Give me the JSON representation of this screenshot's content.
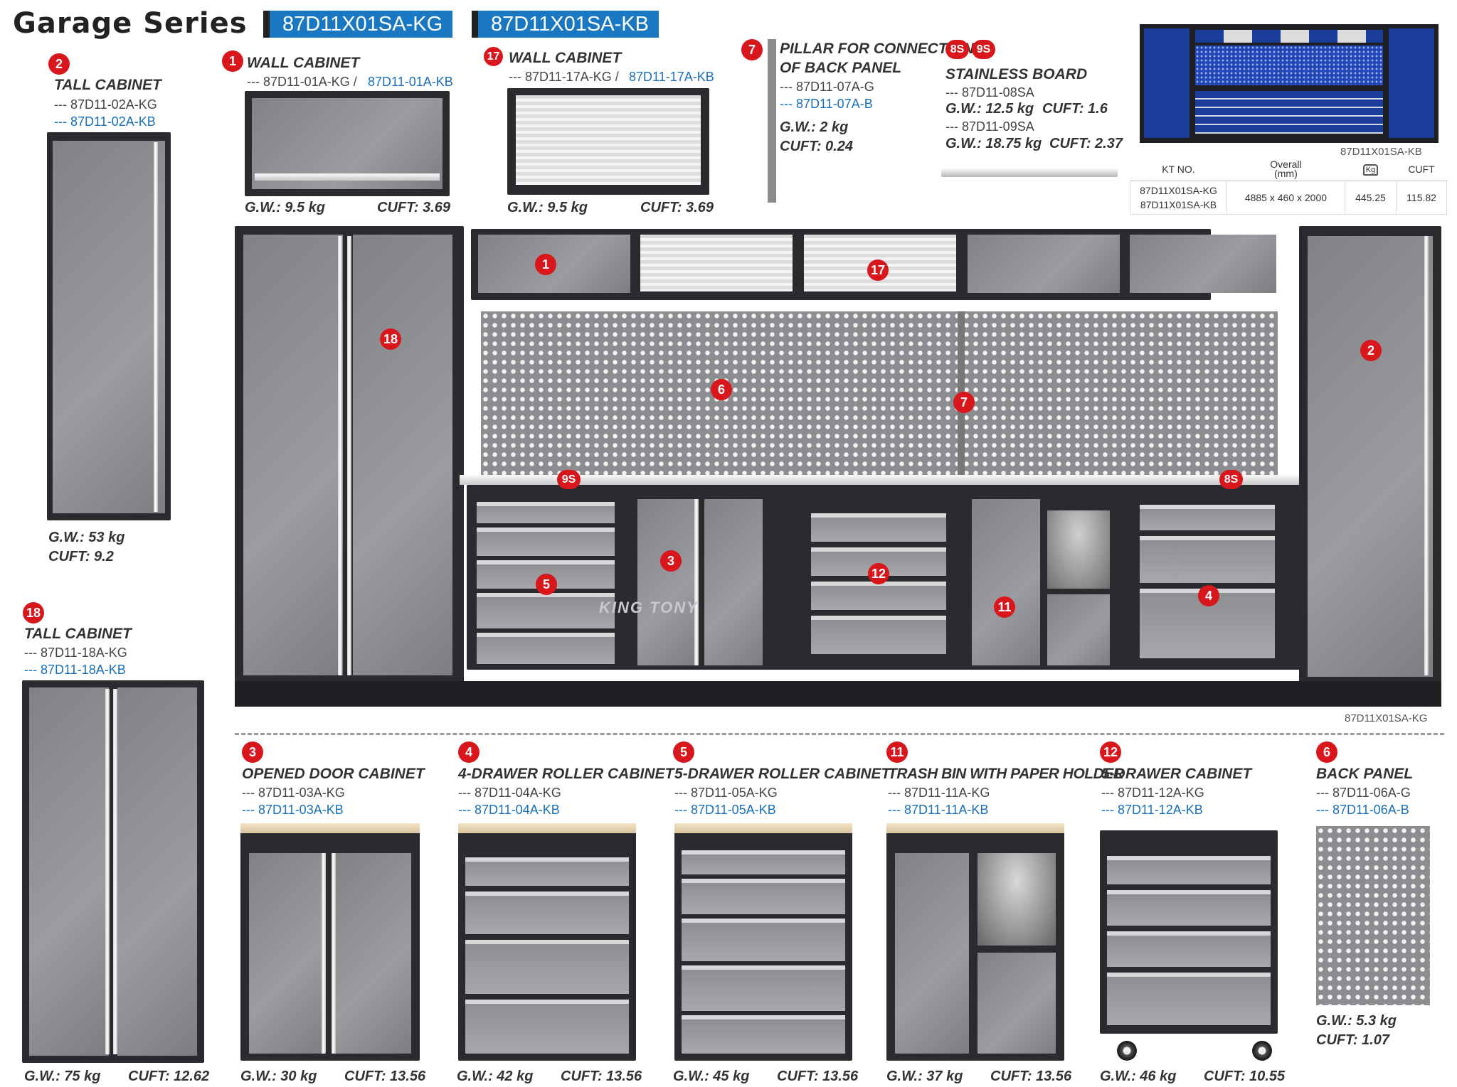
{
  "header": {
    "title": "Garage Series",
    "tag_kg": "87D11X01SA-KG",
    "tag_kb": "87D11X01SA-KB"
  },
  "items": {
    "tall_cabinet_2": {
      "num": "2",
      "name": "TALL CABINET",
      "code_kg": "--- 87D11-02A-KG",
      "code_kb": "--- 87D11-02A-KB",
      "gw": "G.W.: 53 kg",
      "cuft": "CUFT: 9.2"
    },
    "wall_cabinet_1": {
      "num": "1",
      "name": "WALL CABINET",
      "code_kg": "--- 87D11-01A-KG /",
      "code_kb": "87D11-01A-KB",
      "gw": "G.W.: 9.5 kg",
      "cuft": "CUFT: 3.69"
    },
    "wall_cabinet_17": {
      "num": "17",
      "name": "WALL CABINET",
      "code_kg": "--- 87D11-17A-KG /",
      "code_kb": "87D11-17A-KB",
      "gw": "G.W.: 9.5 kg",
      "cuft": "CUFT: 3.69"
    },
    "pillar_7": {
      "num": "7",
      "name_1": "PILLAR FOR CONNECTION",
      "name_2": "OF BACK PANEL",
      "code_kg": "--- 87D11-07A-G",
      "code_kb": "--- 87D11-07A-B",
      "gw": "G.W.: 2 kg",
      "cuft": "CUFT: 0.24"
    },
    "stainless_board": {
      "num_a": "8S",
      "num_b": "9S",
      "name": "STAINLESS BOARD",
      "code_8": "--- 87D11-08SA",
      "gw_8": "G.W.: 12.5 kg",
      "cuft_8": "CUFT: 1.6",
      "code_9": "--- 87D11-09SA",
      "gw_9": "G.W.: 18.75 kg",
      "cuft_9": "CUFT: 2.37"
    },
    "tall_cabinet_18": {
      "num": "18",
      "name": "TALL CABINET",
      "code_kg": "--- 87D11-18A-KG",
      "code_kb": "--- 87D11-18A-KB",
      "gw": "G.W.: 75 kg",
      "cuft": "CUFT: 12.62"
    },
    "opened_door_3": {
      "num": "3",
      "name": "OPENED DOOR CABINET",
      "code_kg": "--- 87D11-03A-KG",
      "code_kb": "--- 87D11-03A-KB",
      "gw": "G.W.: 30 kg",
      "cuft": "CUFT: 13.56"
    },
    "drawer4_4": {
      "num": "4",
      "name": "4-DRAWER ROLLER CABINET",
      "code_kg": "--- 87D11-04A-KG",
      "code_kb": "--- 87D11-04A-KB",
      "gw": "G.W.: 42 kg",
      "cuft": "CUFT: 13.56"
    },
    "drawer5_5": {
      "num": "5",
      "name": "5-DRAWER ROLLER CABINET",
      "code_kg": "--- 87D11-05A-KG",
      "code_kb": "--- 87D11-05A-KB",
      "gw": "G.W.: 45 kg",
      "cuft": "CUFT: 13.56"
    },
    "trash_11": {
      "num": "11",
      "name": "TRASH BIN WITH PAPER HOLDER",
      "code_kg": "--- 87D11-11A-KG",
      "code_kb": "--- 87D11-11A-KB",
      "gw": "G.W.: 37 kg",
      "cuft": "CUFT: 13.56"
    },
    "drawer5_12": {
      "num": "12",
      "name": "5-DRAWER CABINET",
      "code_kg": "--- 87D11-12A-KG",
      "code_kb": "--- 87D11-12A-KB",
      "gw": "G.W.: 46 kg",
      "cuft": "CUFT: 10.55"
    },
    "back_panel_6": {
      "num": "6",
      "name": "BACK PANEL",
      "code_kg": "--- 87D11-06A-G",
      "code_kb": "--- 87D11-06A-B",
      "gw": "G.W.: 5.3 kg",
      "cuft": "CUFT: 1.07"
    }
  },
  "overview": {
    "caption_kb": "87D11X01SA-KB",
    "caption_kg": "87D11X01SA-KG",
    "brand": "KING TONY"
  },
  "assembly_badges": [
    "1",
    "17",
    "18",
    "6",
    "7",
    "2",
    "9S",
    "8S",
    "5",
    "3",
    "12",
    "11",
    "4"
  ],
  "spec_table": {
    "headers": [
      "KT NO.",
      "Overall\n(mm)",
      "Kg",
      "CUFT"
    ],
    "rows": [
      [
        "87D11X01SA-KG\n87D11X01SA-KB",
        "4885 x 460 x 2000",
        "445.25",
        "115.82"
      ]
    ]
  }
}
